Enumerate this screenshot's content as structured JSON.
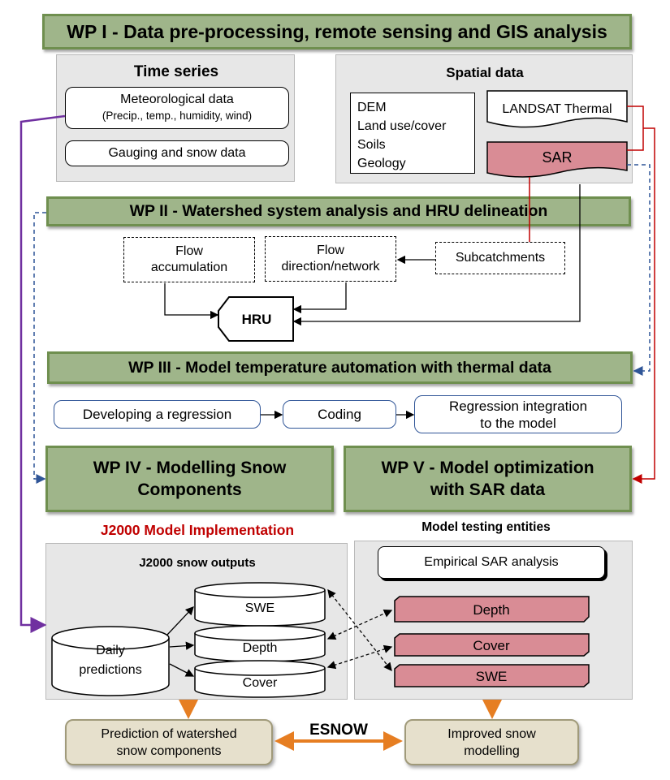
{
  "wp1": {
    "title": "WP I - Data pre-processing, remote sensing and GIS analysis"
  },
  "time_series": {
    "title": "Time series",
    "met_line1": "Meteorological data",
    "met_line2": "(Precip., temp., humidity, wind)",
    "gauging": "Gauging and snow data"
  },
  "spatial": {
    "title": "Spatial data",
    "layers": [
      "DEM",
      "Land use/cover",
      "Soils",
      "Geology"
    ],
    "landsat": "LANDSAT Thermal",
    "sar": "SAR"
  },
  "wp2": {
    "title": "WP II - Watershed system analysis and HRU delineation",
    "flow_acc_1": "Flow",
    "flow_acc_2": "accumulation",
    "flow_dir_1": "Flow",
    "flow_dir_2": "direction/network",
    "subcatchments": "Subcatchments",
    "hru": "HRU"
  },
  "wp3": {
    "title": "WP III - Model temperature automation with thermal data",
    "step1": "Developing a regression",
    "step2": "Coding",
    "step3_1": "Regression integration",
    "step3_2": "to the model"
  },
  "wp4": {
    "line1": "WP IV - Modelling Snow",
    "line2": "Components"
  },
  "wp5": {
    "line1": "WP V - Model optimization",
    "line2": "with SAR data"
  },
  "j2000": {
    "heading": "J2000 Model Implementation",
    "panel_title": "J2000 snow outputs",
    "daily_1": "Daily",
    "daily_2": "predictions",
    "swe": "SWE",
    "depth": "Depth",
    "cover": "Cover"
  },
  "testing": {
    "heading": "Model testing entities",
    "empirical": "Empirical SAR analysis",
    "depth": "Depth",
    "cover": "Cover",
    "swe": "SWE"
  },
  "outputs": {
    "prediction_1": "Prediction of watershed",
    "prediction_2": "snow components",
    "esnow": "ESNOW",
    "improved_1": "Improved snow",
    "improved_2": "modelling"
  },
  "colors": {
    "wp_fill": "#9fb58a",
    "wp_border": "#6f8f4f",
    "sar_fill": "#d98c95",
    "red_line": "#c00000",
    "purple_line": "#7030a0",
    "blue_dash": "#2f5597",
    "orange_arrow": "#e67e22",
    "heading_red": "#c00000"
  }
}
